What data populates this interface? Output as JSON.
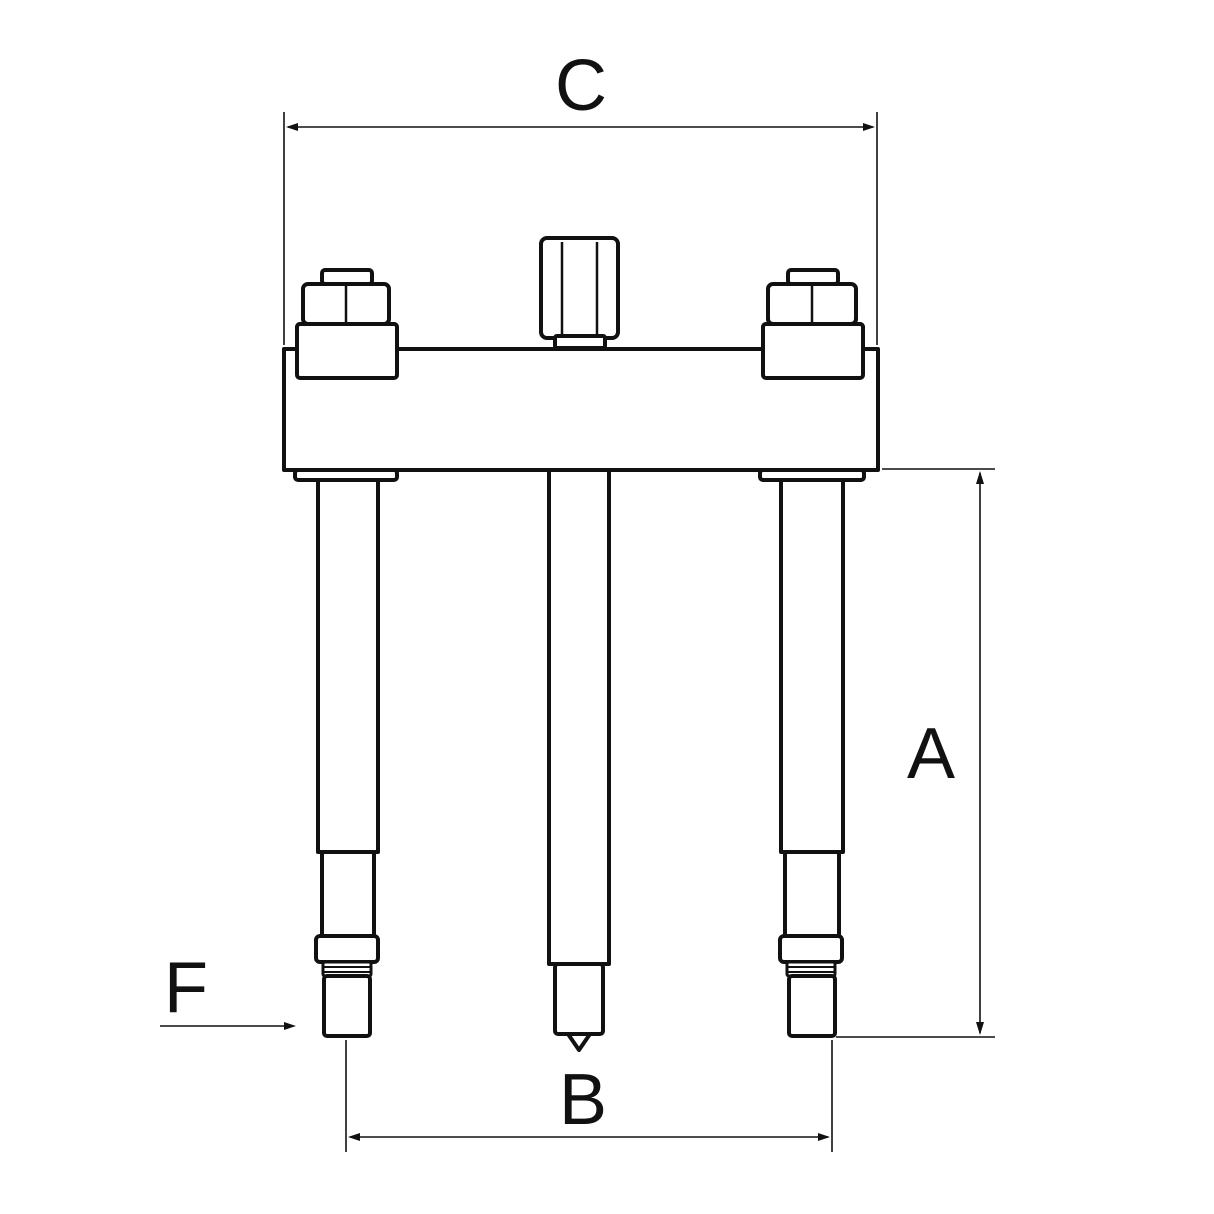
{
  "dimensions": {
    "c_label": "C",
    "a_label": "A",
    "b_label": "B",
    "f_label": "F"
  },
  "colors": {
    "line": "#111111",
    "background": "#ffffff"
  }
}
